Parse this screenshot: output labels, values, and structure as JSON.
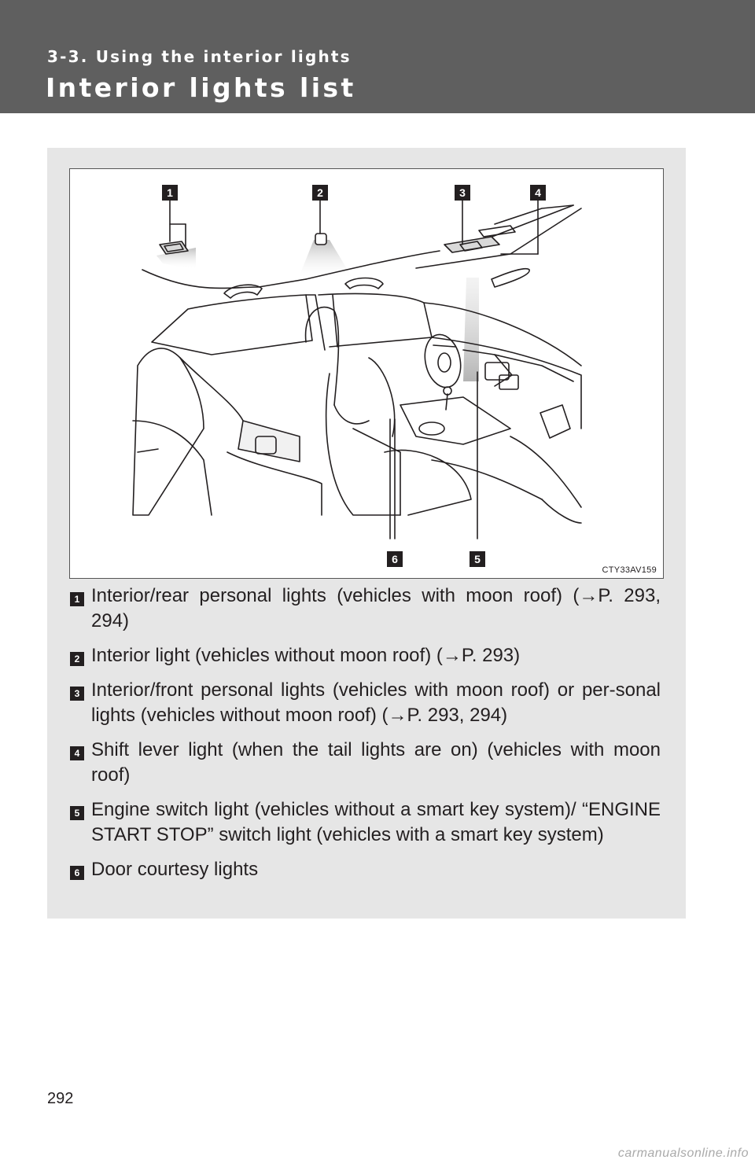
{
  "header": {
    "section_label": "3-3. Using the interior lights",
    "title": "Interior lights list"
  },
  "figure": {
    "code": "CTY33AV159",
    "callouts": [
      "1",
      "2",
      "3",
      "4",
      "5",
      "6"
    ]
  },
  "legend": [
    {
      "number": "1",
      "text": "Interior/rear personal lights (vehicles with moon roof) (→P. 293, 294)"
    },
    {
      "number": "2",
      "text": "Interior light (vehicles without moon roof) (→P. 293)"
    },
    {
      "number": "3",
      "text": "Interior/front personal lights (vehicles with moon roof) or per-sonal lights (vehicles without moon roof) (→P. 293, 294)"
    },
    {
      "number": "4",
      "text": "Shift lever light (when the tail lights are on) (vehicles with moon roof)"
    },
    {
      "number": "5",
      "text": "Engine switch light (vehicles without a smart key system)/ “ENGINE START STOP” switch light (vehicles with a smart key system)"
    },
    {
      "number": "6",
      "text": "Door courtesy lights"
    }
  ],
  "page_number": "292",
  "watermark": "carmanualsonline.info"
}
